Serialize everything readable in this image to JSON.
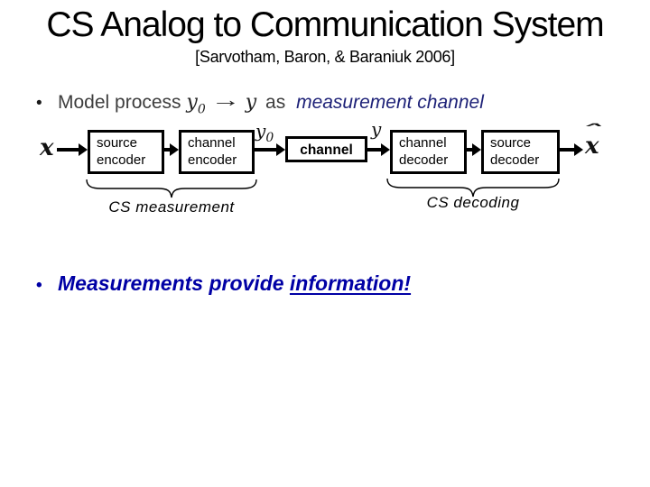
{
  "slide": {
    "title": "CS Analog to Communication System",
    "citation": "[Sarvotham, Baron, & Baraniuk 2006]"
  },
  "bullet1": {
    "bullet": "•",
    "text_before": "Model process",
    "math_y0_base": "y",
    "math_y0_sub": "0",
    "arrow": "→",
    "math_y": "y",
    "text_as": "as",
    "emphasis": "measurement channel"
  },
  "diagram": {
    "input_label": "x",
    "label_y0_base": "y",
    "label_y0_sub": "0",
    "label_y": "y",
    "boxes": {
      "source_encoder": "source\nencoder",
      "channel_encoder": "channel\nencoder",
      "channel": "channel",
      "channel_decoder": "channel\ndecoder",
      "source_decoder": "source\ndecoder"
    },
    "output_hat": "ˆ",
    "output_label_base": "x",
    "brace_labels": {
      "measurement": "CS measurement",
      "decoding": "CS decoding"
    }
  },
  "bullet2": {
    "bullet": "•",
    "text": "Measurements provide ",
    "underlined": "information!"
  },
  "colors": {
    "title_text": "#000000",
    "body_text": "#3d3d3d",
    "emphasis_navy": "#1e2278",
    "bullet2_blue": "#0000a5",
    "diagram_black": "#000000",
    "background": "#ffffff"
  }
}
